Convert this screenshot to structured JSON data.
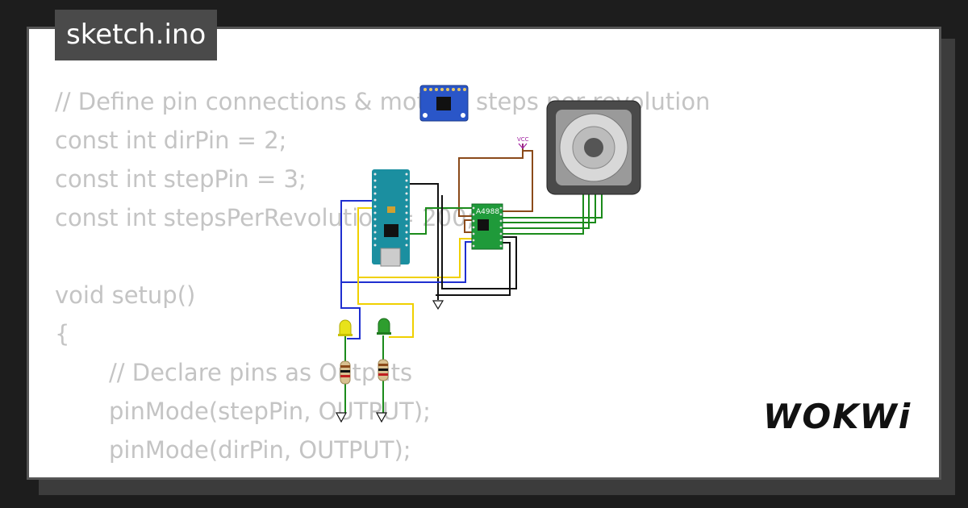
{
  "header": {
    "filename": "sketch.ino"
  },
  "code_lines": [
    "// Define pin connections & motor's steps per revolution",
    "const int dirPin = 2;",
    "const int stepPin = 3;",
    "const int stepsPerRevolution = 200;",
    "",
    "void setup()",
    "{",
    "// Declare pins as Outputs",
    "pinMode(stepPin, OUTPUT);",
    "pinMode(dirPin, OUTPUT);",
    "}"
  ],
  "circuit": {
    "driver_label": "A4988",
    "vcc_label": "VCC",
    "led_colors": {
      "yellow": "#e8e21a",
      "green": "#2e9e2e"
    },
    "wire_colors": {
      "blue": "#1f2fd0",
      "yellow": "#f0d000",
      "brown": "#8b4a1a",
      "green": "#1b8b1b",
      "black": "#111111"
    }
  },
  "brand": {
    "logo": "WOKWi"
  }
}
